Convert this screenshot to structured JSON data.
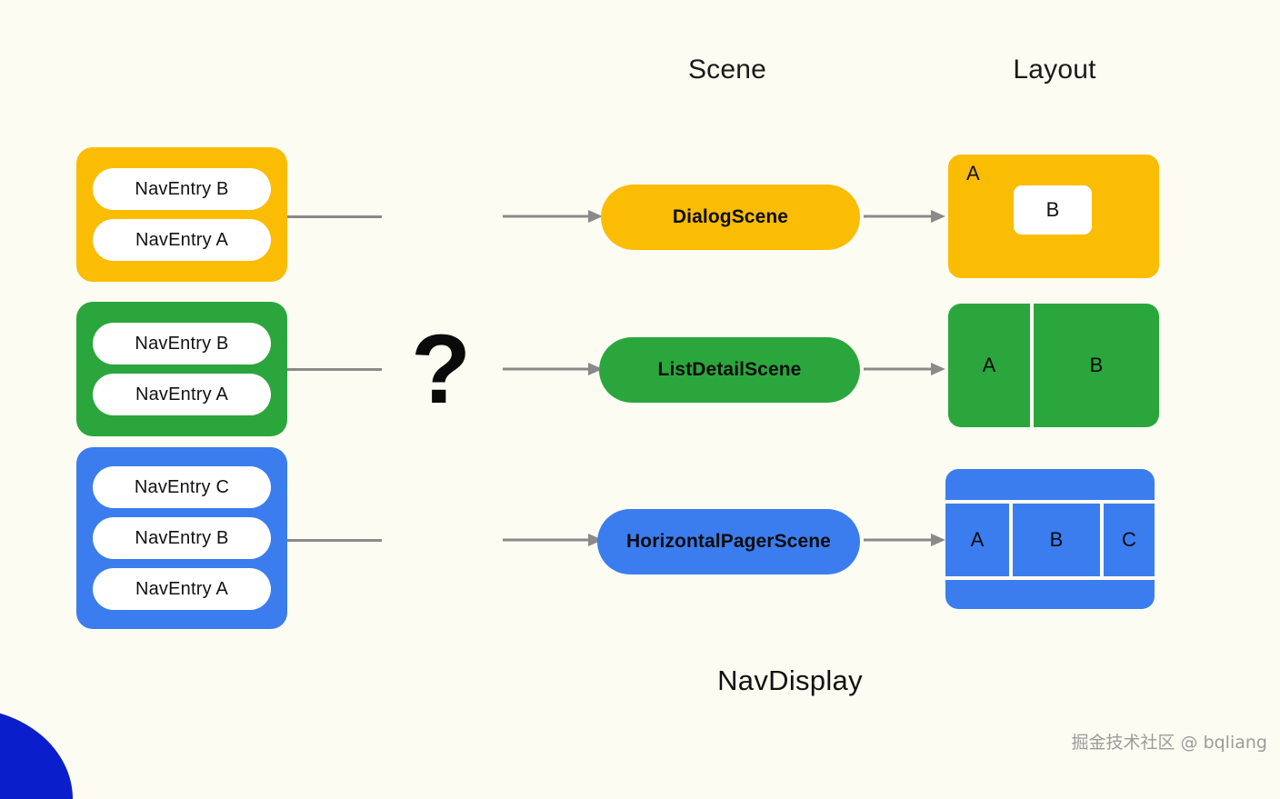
{
  "page": {
    "background_color": "#FDFCF2",
    "caption": "NavDisplay",
    "question_marker": "?",
    "watermark": "掘金技术社区 @ bqliang"
  },
  "headers": {
    "scene": "Scene",
    "layout": "Layout"
  },
  "colors": {
    "amber": "#FBBC04",
    "green": "#2BA63C",
    "blue": "#3B7DEE",
    "white": "#FFFFFF",
    "connector": "#8A8A8A",
    "corner_accent": "#0A1FCB"
  },
  "rows": [
    {
      "id": "dialog",
      "color": "#FBBC04",
      "back_stack": {
        "entries": [
          "NavEntry B",
          "NavEntry A"
        ]
      },
      "scene": {
        "label": "DialogScene"
      },
      "layout": {
        "type": "dialog",
        "base_label": "A",
        "window_label": "B"
      }
    },
    {
      "id": "list-detail",
      "color": "#2BA63C",
      "back_stack": {
        "entries": [
          "NavEntry B",
          "NavEntry A"
        ]
      },
      "scene": {
        "label": "ListDetailScene"
      },
      "layout": {
        "type": "two-pane",
        "panes": [
          "A",
          "B"
        ]
      }
    },
    {
      "id": "pager",
      "color": "#3B7DEE",
      "back_stack": {
        "entries": [
          "NavEntry C",
          "NavEntry B",
          "NavEntry A"
        ]
      },
      "scene": {
        "label": "HorizontalPagerScene"
      },
      "layout": {
        "type": "three-pane",
        "panes": [
          "A",
          "B",
          "C"
        ]
      }
    }
  ]
}
